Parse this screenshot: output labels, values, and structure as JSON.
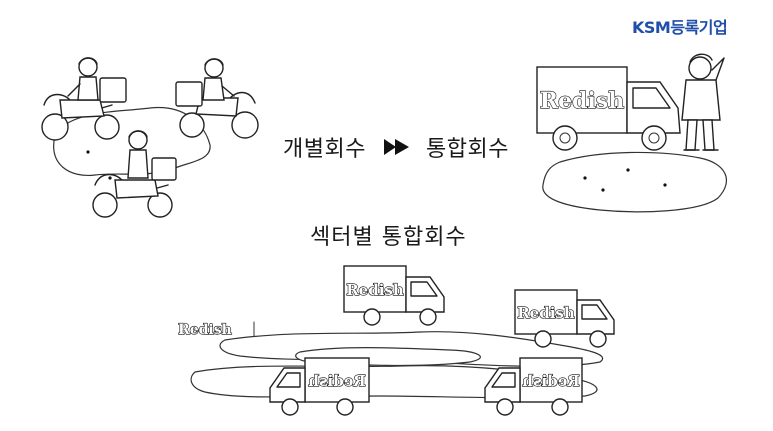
{
  "header": {
    "logo_text": "KSM등록기업",
    "logo_color": "#1f4fa8"
  },
  "captions": {
    "individual": "개별회수",
    "integrated": "통합회수",
    "sector": "섹터별  통합회수"
  },
  "icons": {
    "arrow": "fast-forward-arrow-icon"
  },
  "brand": {
    "truck_label": "Redish"
  }
}
